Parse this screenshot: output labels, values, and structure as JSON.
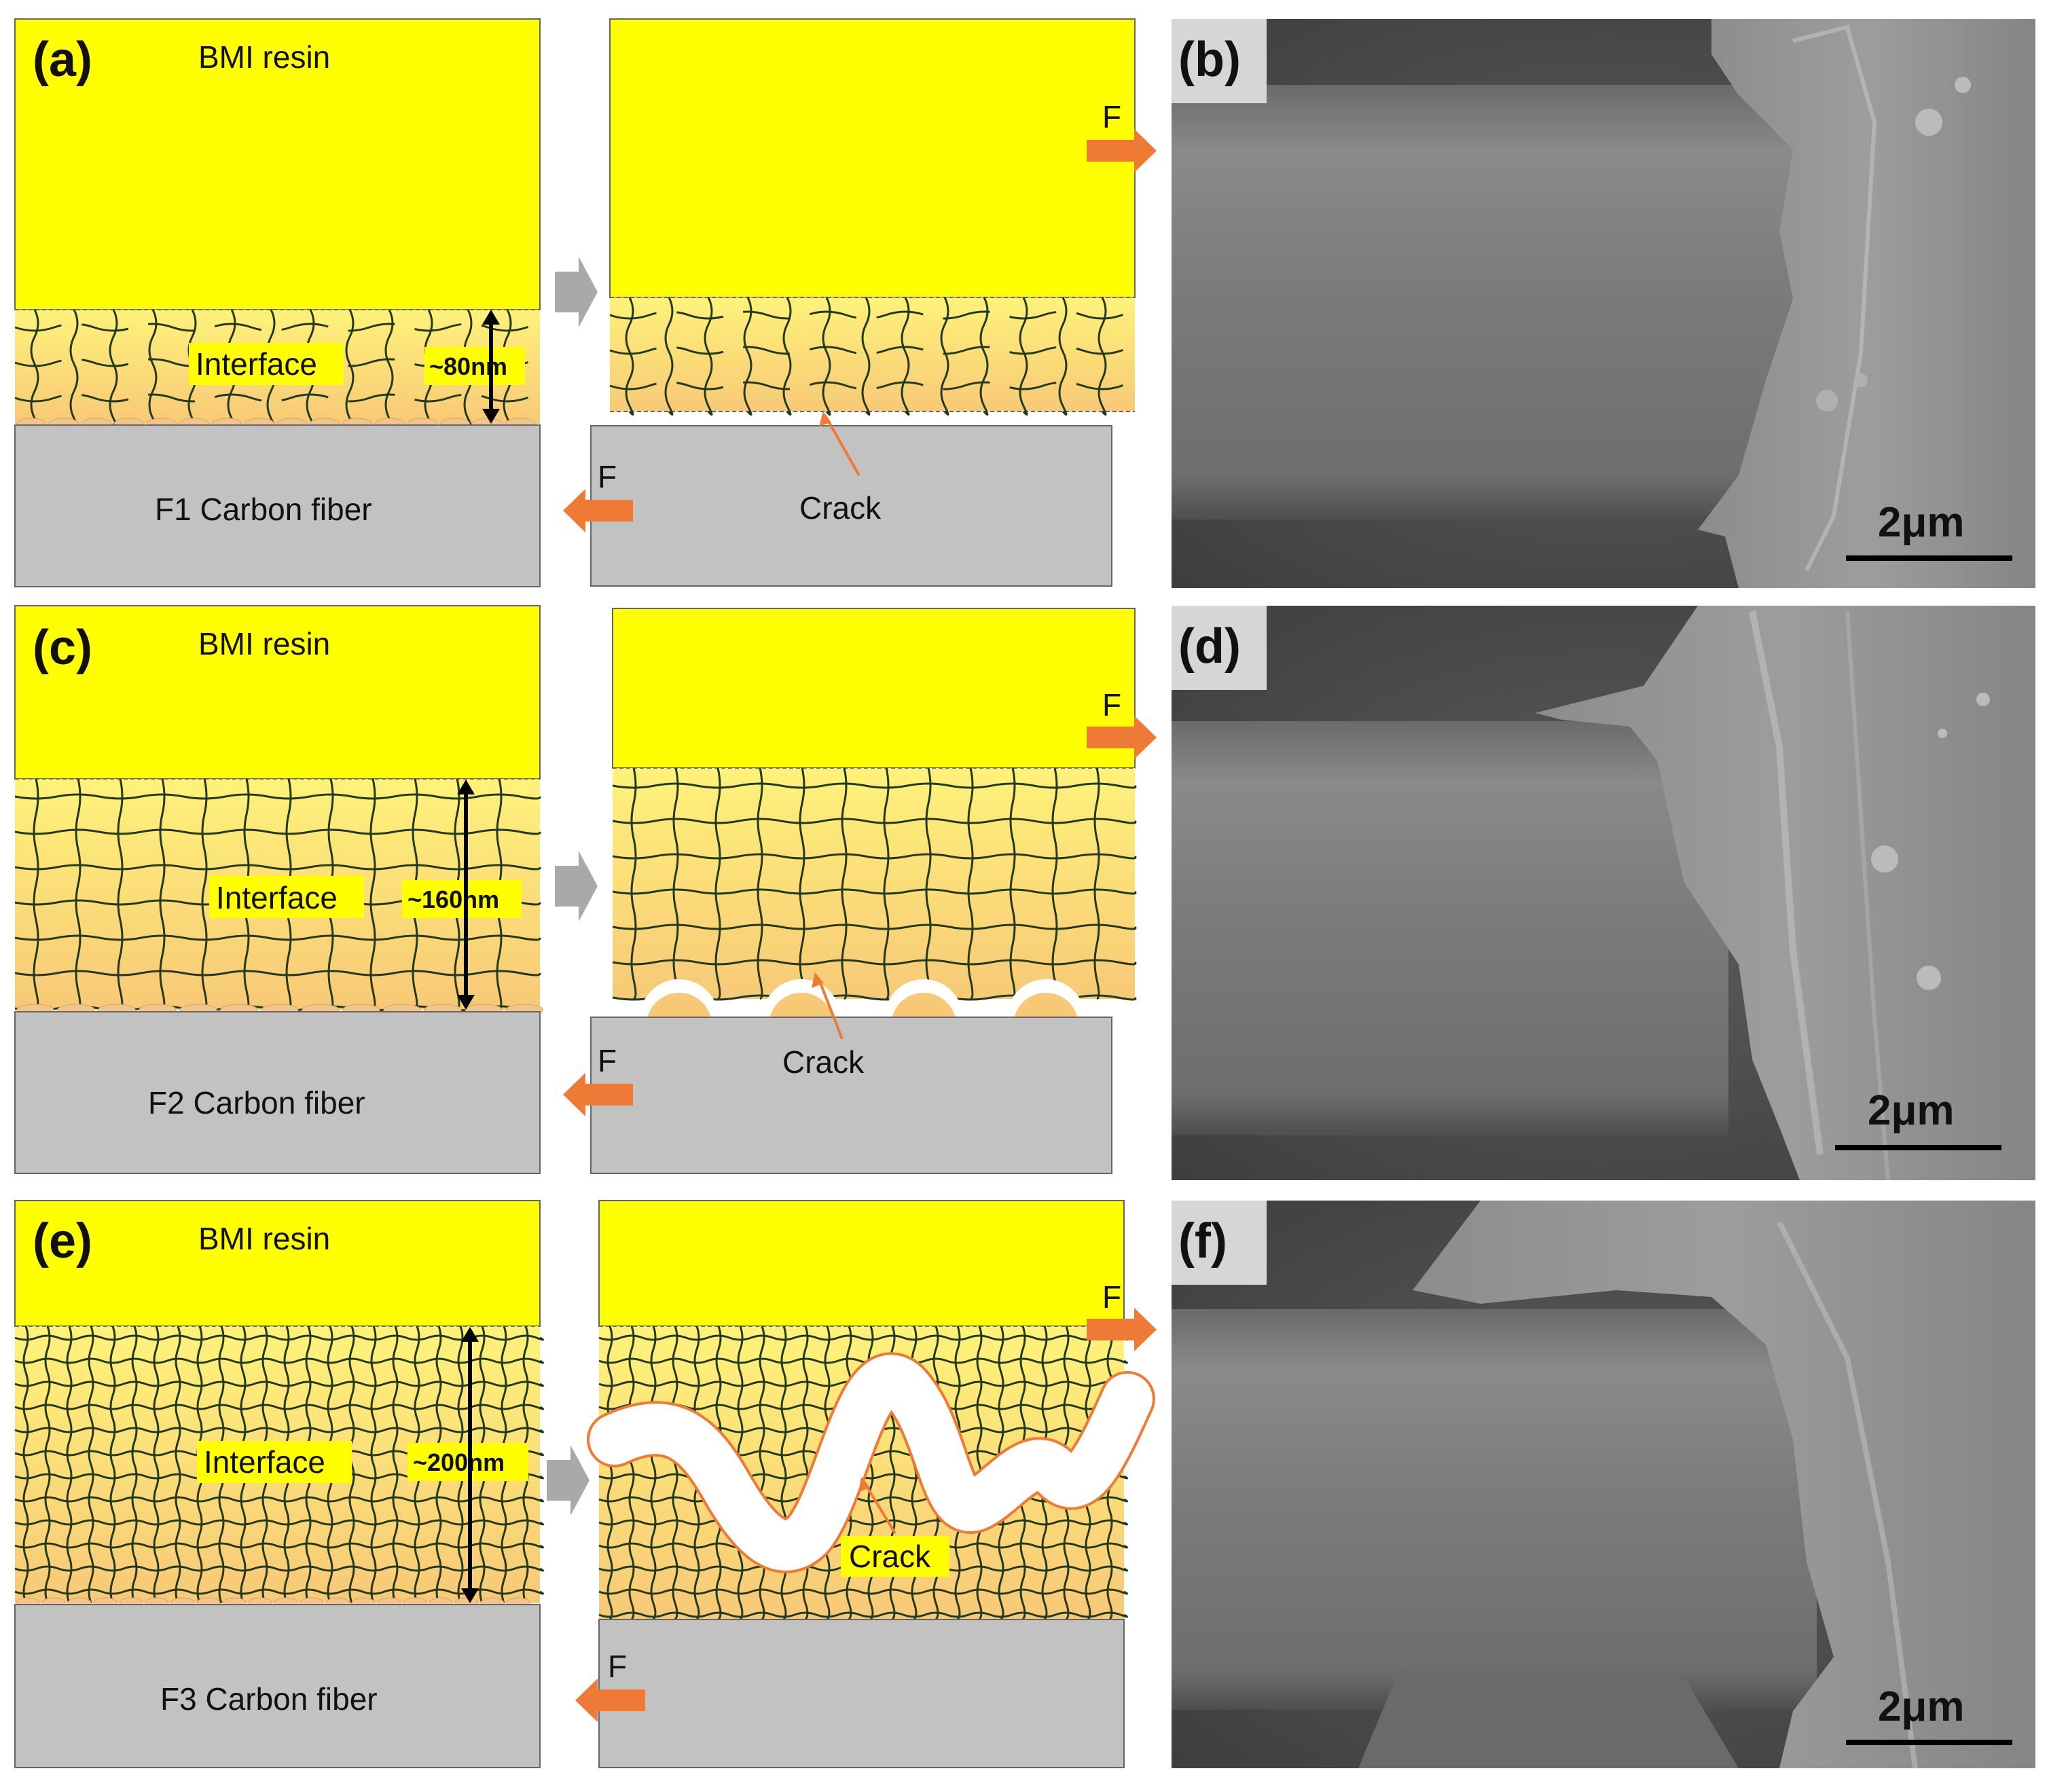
{
  "colors": {
    "resin": "#ffff00",
    "interface_top": "#fff27a",
    "interface_bottom": "#f7c977",
    "fiber": "#c2c2c2",
    "arrow_orange": "#ef7a36",
    "arrow_gray": "#a9a9a9",
    "mesh": "#243a1f",
    "sem_bg": "#555555"
  },
  "rows": [
    {
      "schematic_label": "(a)",
      "resin_label": "BMI resin",
      "interface_label": "Interface",
      "thickness": "~80nm",
      "fiber_label": "F1 Carbon fiber",
      "force_right": "F",
      "force_left": "F",
      "crack_label": "Crack",
      "sem_label": "(b)",
      "scale_bar": "2μm"
    },
    {
      "schematic_label": "(c)",
      "resin_label": "BMI resin",
      "interface_label": "Interface",
      "thickness": "~160nm",
      "fiber_label": "F2 Carbon fiber",
      "force_right": "F",
      "force_left": "F",
      "crack_label": "Crack",
      "sem_label": "(d)",
      "scale_bar": "2μm"
    },
    {
      "schematic_label": "(e)",
      "resin_label": "BMI resin",
      "interface_label": "Interface",
      "thickness": "~200nm",
      "fiber_label": "F3 Carbon fiber",
      "force_right": "F",
      "force_left": "F",
      "crack_label": "Crack",
      "sem_label": "(f)",
      "scale_bar": "2μm"
    }
  ]
}
